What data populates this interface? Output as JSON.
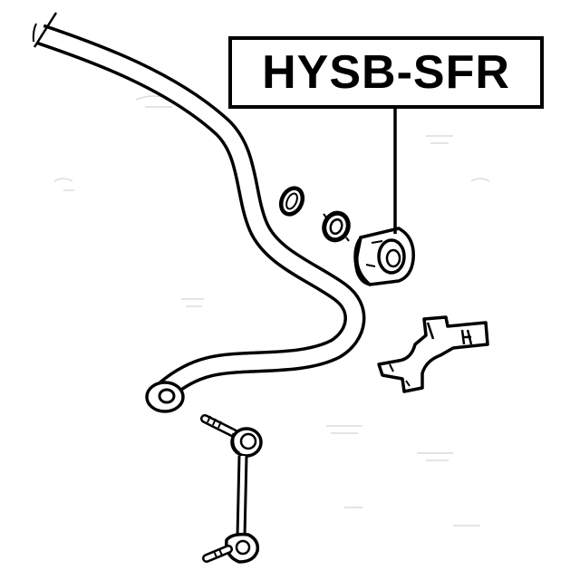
{
  "diagram": {
    "part_number": "HYSB-SFR",
    "colors": {
      "ink": "#000000",
      "background": "#ffffff",
      "faint_background_text": "#d8d8d8"
    },
    "parts": [
      {
        "name": "stabilizer-bar",
        "icon": "stabilizer-bar-icon"
      },
      {
        "name": "retaining-ring",
        "icon": "ring-icon"
      },
      {
        "name": "bushing-collar",
        "icon": "collar-icon"
      },
      {
        "name": "stabilizer-bushing",
        "icon": "bushing-icon",
        "highlighted": true
      },
      {
        "name": "bushing-bracket",
        "icon": "bracket-icon"
      },
      {
        "name": "stabilizer-link",
        "icon": "stabilizer-link-icon"
      }
    ]
  }
}
